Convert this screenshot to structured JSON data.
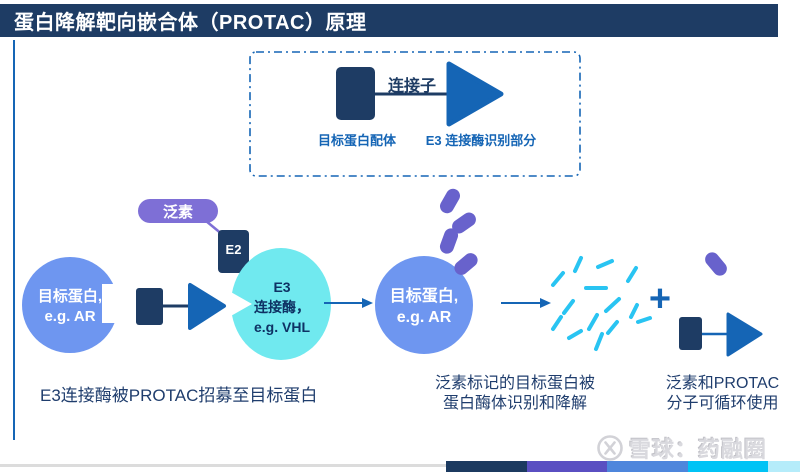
{
  "title_bar": {
    "title": "蛋白降解靶向嵌合体（PROTAC）原理"
  },
  "legend": {
    "linker_label": "连接子",
    "ligand_label": "目标蛋白配体",
    "e3_part_label": "E3 连接酶识别部分"
  },
  "step1": {
    "ubiquitin_tag": "泛素",
    "e2_label": "E2",
    "target_circle_line1": "目标蛋白,",
    "target_circle_line2": "e.g. AR",
    "e3_blob_line1": "E3",
    "e3_blob_line2": "连接酶，",
    "e3_blob_line3": "e.g. VHL",
    "caption": "E3连接酶被PROTAC招募至目标蛋白"
  },
  "step2": {
    "target_circle_line1": "目标蛋白,",
    "target_circle_line2": "e.g. AR",
    "caption_line1": "泛素标记的目标蛋白被",
    "caption_line2": "蛋白酶体识别和降解"
  },
  "step3": {
    "plus_sign": "+",
    "caption_line1": "泛素和PROTAC",
    "caption_line2": "分子可循环使用"
  },
  "watermark": {
    "brand": "雪球：药融圈"
  },
  "colors": {
    "title_bar_bg": "#1e3c64",
    "accent_blue": "#1565b5",
    "protein_circle_blue": "#6e96f0",
    "e3_blob_cyan": "#70e9ef",
    "ubiquitin_capsule_purple": "#6862cc",
    "ubiquitin_pill_purple": "#7e6fd6",
    "fragment_cyan": "#29c4f2",
    "caption_navy": "#1f3d6d",
    "footer_stripes": [
      "#1c3a60",
      "#5a4fc2",
      "#4e86dc",
      "#00c3f5",
      "#b5ecfa"
    ]
  }
}
